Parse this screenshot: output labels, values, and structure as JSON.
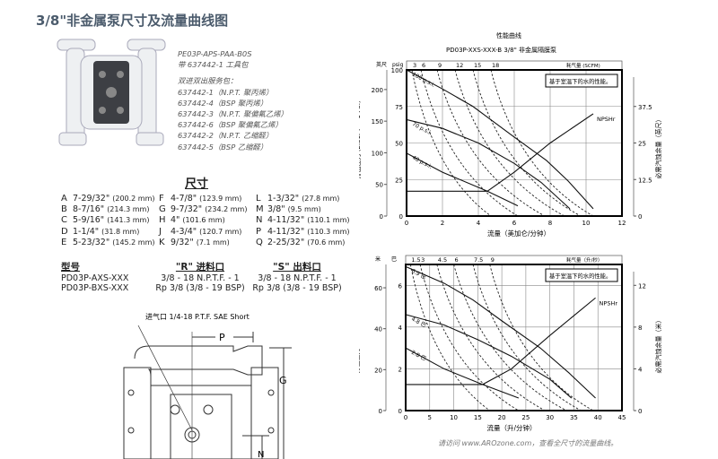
{
  "title": "3/8\"非金属泵尺寸及流量曲线图",
  "parts": [
    "PE03P-APS-PAA-B0S",
    "带 637442-1 工具包",
    "双进双出服务包：",
    "637442-1（N.P.T. 聚丙烯）",
    "637442-4（BSP 聚丙烯）",
    "637442-3（N.P.T. 聚偏氟乙烯）",
    "637442-6（BSP 聚偏氟乙烯）",
    "637442-2（N.P.T. 乙缩醛）",
    "637442-5（BSP 乙缩醛）"
  ],
  "dimensions": {
    "heading": "尺寸",
    "items": [
      {
        "k": "A",
        "v": "7-29/32\"",
        "m": "(200.2 mm)"
      },
      {
        "k": "B",
        "v": "8-7/16\"",
        "m": "(214.3 mm)"
      },
      {
        "k": "C",
        "v": "5-9/16\"",
        "m": "(141.3 mm)"
      },
      {
        "k": "D",
        "v": "1-1/4\"",
        "m": "(31.8 mm)"
      },
      {
        "k": "E",
        "v": "5-23/32\"",
        "m": "(145.2 mm)"
      },
      {
        "k": "F",
        "v": "4-7/8\"",
        "m": "(123.9 mm)"
      },
      {
        "k": "G",
        "v": "9-7/32\"",
        "m": "(234.2 mm)"
      },
      {
        "k": "H",
        "v": "4\"",
        "m": "(101.6 mm)"
      },
      {
        "k": "J",
        "v": "4-3/4\"",
        "m": "(120.7 mm)"
      },
      {
        "k": "K",
        "v": "9/32\"",
        "m": "(7.1 mm)"
      },
      {
        "k": "L",
        "v": "1-3/32\"",
        "m": "(27.8 mm)"
      },
      {
        "k": "M",
        "v": "3/8\"",
        "m": "(9.5 mm)"
      },
      {
        "k": "N",
        "v": "4-11/32\"",
        "m": "(110.1 mm)"
      },
      {
        "k": "P",
        "v": "4-11/32\"",
        "m": "(110.3 mm)"
      },
      {
        "k": "Q",
        "v": "2-25/32\"",
        "m": "(70.6 mm)"
      }
    ]
  },
  "models": {
    "h_model": "型号",
    "h_r": "\"R\" 进料口",
    "h_s": "\"S\" 出料口",
    "rows": [
      {
        "model": "PD03P-AXS-XXX",
        "r": "3/8 - 18 N.P.T.F. - 1",
        "s": "3/8 - 18 N.P.T.F. - 1"
      },
      {
        "model": "PD03P-BXS-XXX",
        "r": "Rp 3/8 (3/8 - 19 BSP)",
        "s": "Rp 3/8 (3/8 - 19 BSP)"
      }
    ]
  },
  "drawing": {
    "air_inlet": "进气口 1/4-18 P.T.F. SAE Short",
    "label_p": "P",
    "label_g": "G",
    "label_n": "N"
  },
  "footer_note": "请访问 www.AROzone.com，查看全尺寸的流量曲线。",
  "chart_data": [
    {
      "type": "line",
      "title": "性能曲线",
      "subtitle": "PD03P-XXS-XXX-B 3/8\" 非金属隔膜泵",
      "xlabel": "流量（美加仑/分钟）",
      "ylabel": "排出压力 (2.31FT = 1 PSI)",
      "ylabel_outer": "英尺",
      "ylabel_right": "必需汽蚀余量（英尺）",
      "unit_label": "psig",
      "note": "基于室温下的水的性能。",
      "air_label": "耗气量 (SCFM)",
      "xlim": [
        0,
        12
      ],
      "xticks": [
        0,
        2,
        4,
        6,
        8,
        10,
        12
      ],
      "ylim": [
        0,
        100
      ],
      "yticks": [
        0,
        25,
        50,
        75,
        100
      ],
      "outer_ticks": [
        0,
        50,
        100,
        150,
        200
      ],
      "outer_per_y": 2.31,
      "right_ticks": [
        0,
        12.5,
        25,
        37.5
      ],
      "right_per_y": 0.5,
      "air_ticks": [
        {
          "label": "3",
          "x": 0.3
        },
        {
          "label": "6",
          "x": 0.8
        },
        {
          "label": "9",
          "x": 1.7
        },
        {
          "label": "12",
          "x": 2.7
        },
        {
          "label": "15",
          "x": 3.7
        },
        {
          "label": "18",
          "x": 4.7
        }
      ],
      "air_bottom": [
        4.7,
        6.2,
        7.7,
        8.8,
        9.7,
        10.4
      ],
      "series": [
        {
          "name": "100 p.s.i.",
          "points": [
            [
              0,
              100
            ],
            [
              2,
              87
            ],
            [
              3.7,
              75
            ],
            [
              6,
              54
            ],
            [
              7.8,
              38
            ],
            [
              9,
              24
            ],
            [
              10.4,
              5
            ]
          ]
        },
        {
          "name": "70 p.s.i.",
          "points": [
            [
              0,
              66
            ],
            [
              2,
              60
            ],
            [
              4,
              50
            ],
            [
              6,
              36
            ],
            [
              7.5,
              23
            ],
            [
              9.1,
              5
            ]
          ]
        },
        {
          "name": "40 p.s.i.",
          "points": [
            [
              0,
              43
            ],
            [
              2,
              30
            ],
            [
              4.5,
              17
            ],
            [
              6.2,
              7
            ]
          ]
        },
        {
          "name": "NPSHr",
          "right_axis": true,
          "points": [
            [
              0,
              8.5
            ],
            [
              4.5,
              8.5
            ],
            [
              6,
              15
            ],
            [
              8,
              25
            ],
            [
              10.4,
              35
            ]
          ]
        }
      ]
    },
    {
      "type": "line",
      "xlabel": "流量（升/分钟）",
      "ylabel": "排出压力",
      "ylabel_outer": "米",
      "ylabel_right": "必需汽蚀余量（米）",
      "unit_label": "巴",
      "note": "基于室温下的水的性能。",
      "air_label": "耗气量（升/秒）",
      "xlim": [
        0,
        45
      ],
      "xticks": [
        0,
        5,
        10,
        15,
        20,
        25,
        30,
        35,
        40,
        45
      ],
      "ylim": [
        0,
        7
      ],
      "yticks": [
        0,
        2,
        4,
        6
      ],
      "outer_ticks": [
        0,
        20,
        40,
        60
      ],
      "outer_per_y": 10.2,
      "right_ticks": [
        0,
        4,
        8,
        12
      ],
      "right_per_y": 2,
      "air_ticks": [
        {
          "label": "1.5",
          "x": 1
        },
        {
          "label": "3",
          "x": 3
        },
        {
          "label": "4.5",
          "x": 6.5
        },
        {
          "label": "6",
          "x": 10
        },
        {
          "label": "7.5",
          "x": 14
        },
        {
          "label": "9",
          "x": 17.5
        }
      ],
      "air_bottom": [
        17.5,
        23.5,
        29,
        33.5,
        36.5,
        39
      ],
      "series": [
        {
          "name": "6.9 巴",
          "points": [
            [
              0,
              6.9
            ],
            [
              8,
              6.1
            ],
            [
              14,
              5.3
            ],
            [
              20,
              4.3
            ],
            [
              28,
              3
            ],
            [
              34,
              1.8
            ],
            [
              39.5,
              0.6
            ]
          ]
        },
        {
          "name": "4.8 巴",
          "points": [
            [
              0,
              4.6
            ],
            [
              8,
              4.1
            ],
            [
              15,
              3.4
            ],
            [
              22,
              2.6
            ],
            [
              30,
              1.5
            ],
            [
              34.5,
              0.6
            ]
          ]
        },
        {
          "name": "2.8 巴",
          "points": [
            [
              0,
              3
            ],
            [
              8,
              2
            ],
            [
              16,
              1.25
            ],
            [
              23.5,
              0.6
            ]
          ]
        },
        {
          "name": "NPSHr",
          "right_axis": true,
          "points": [
            [
              0,
              2.5
            ],
            [
              16,
              2.5
            ],
            [
              22,
              4
            ],
            [
              30,
              7.2
            ],
            [
              39.5,
              10.8
            ]
          ]
        }
      ]
    }
  ]
}
